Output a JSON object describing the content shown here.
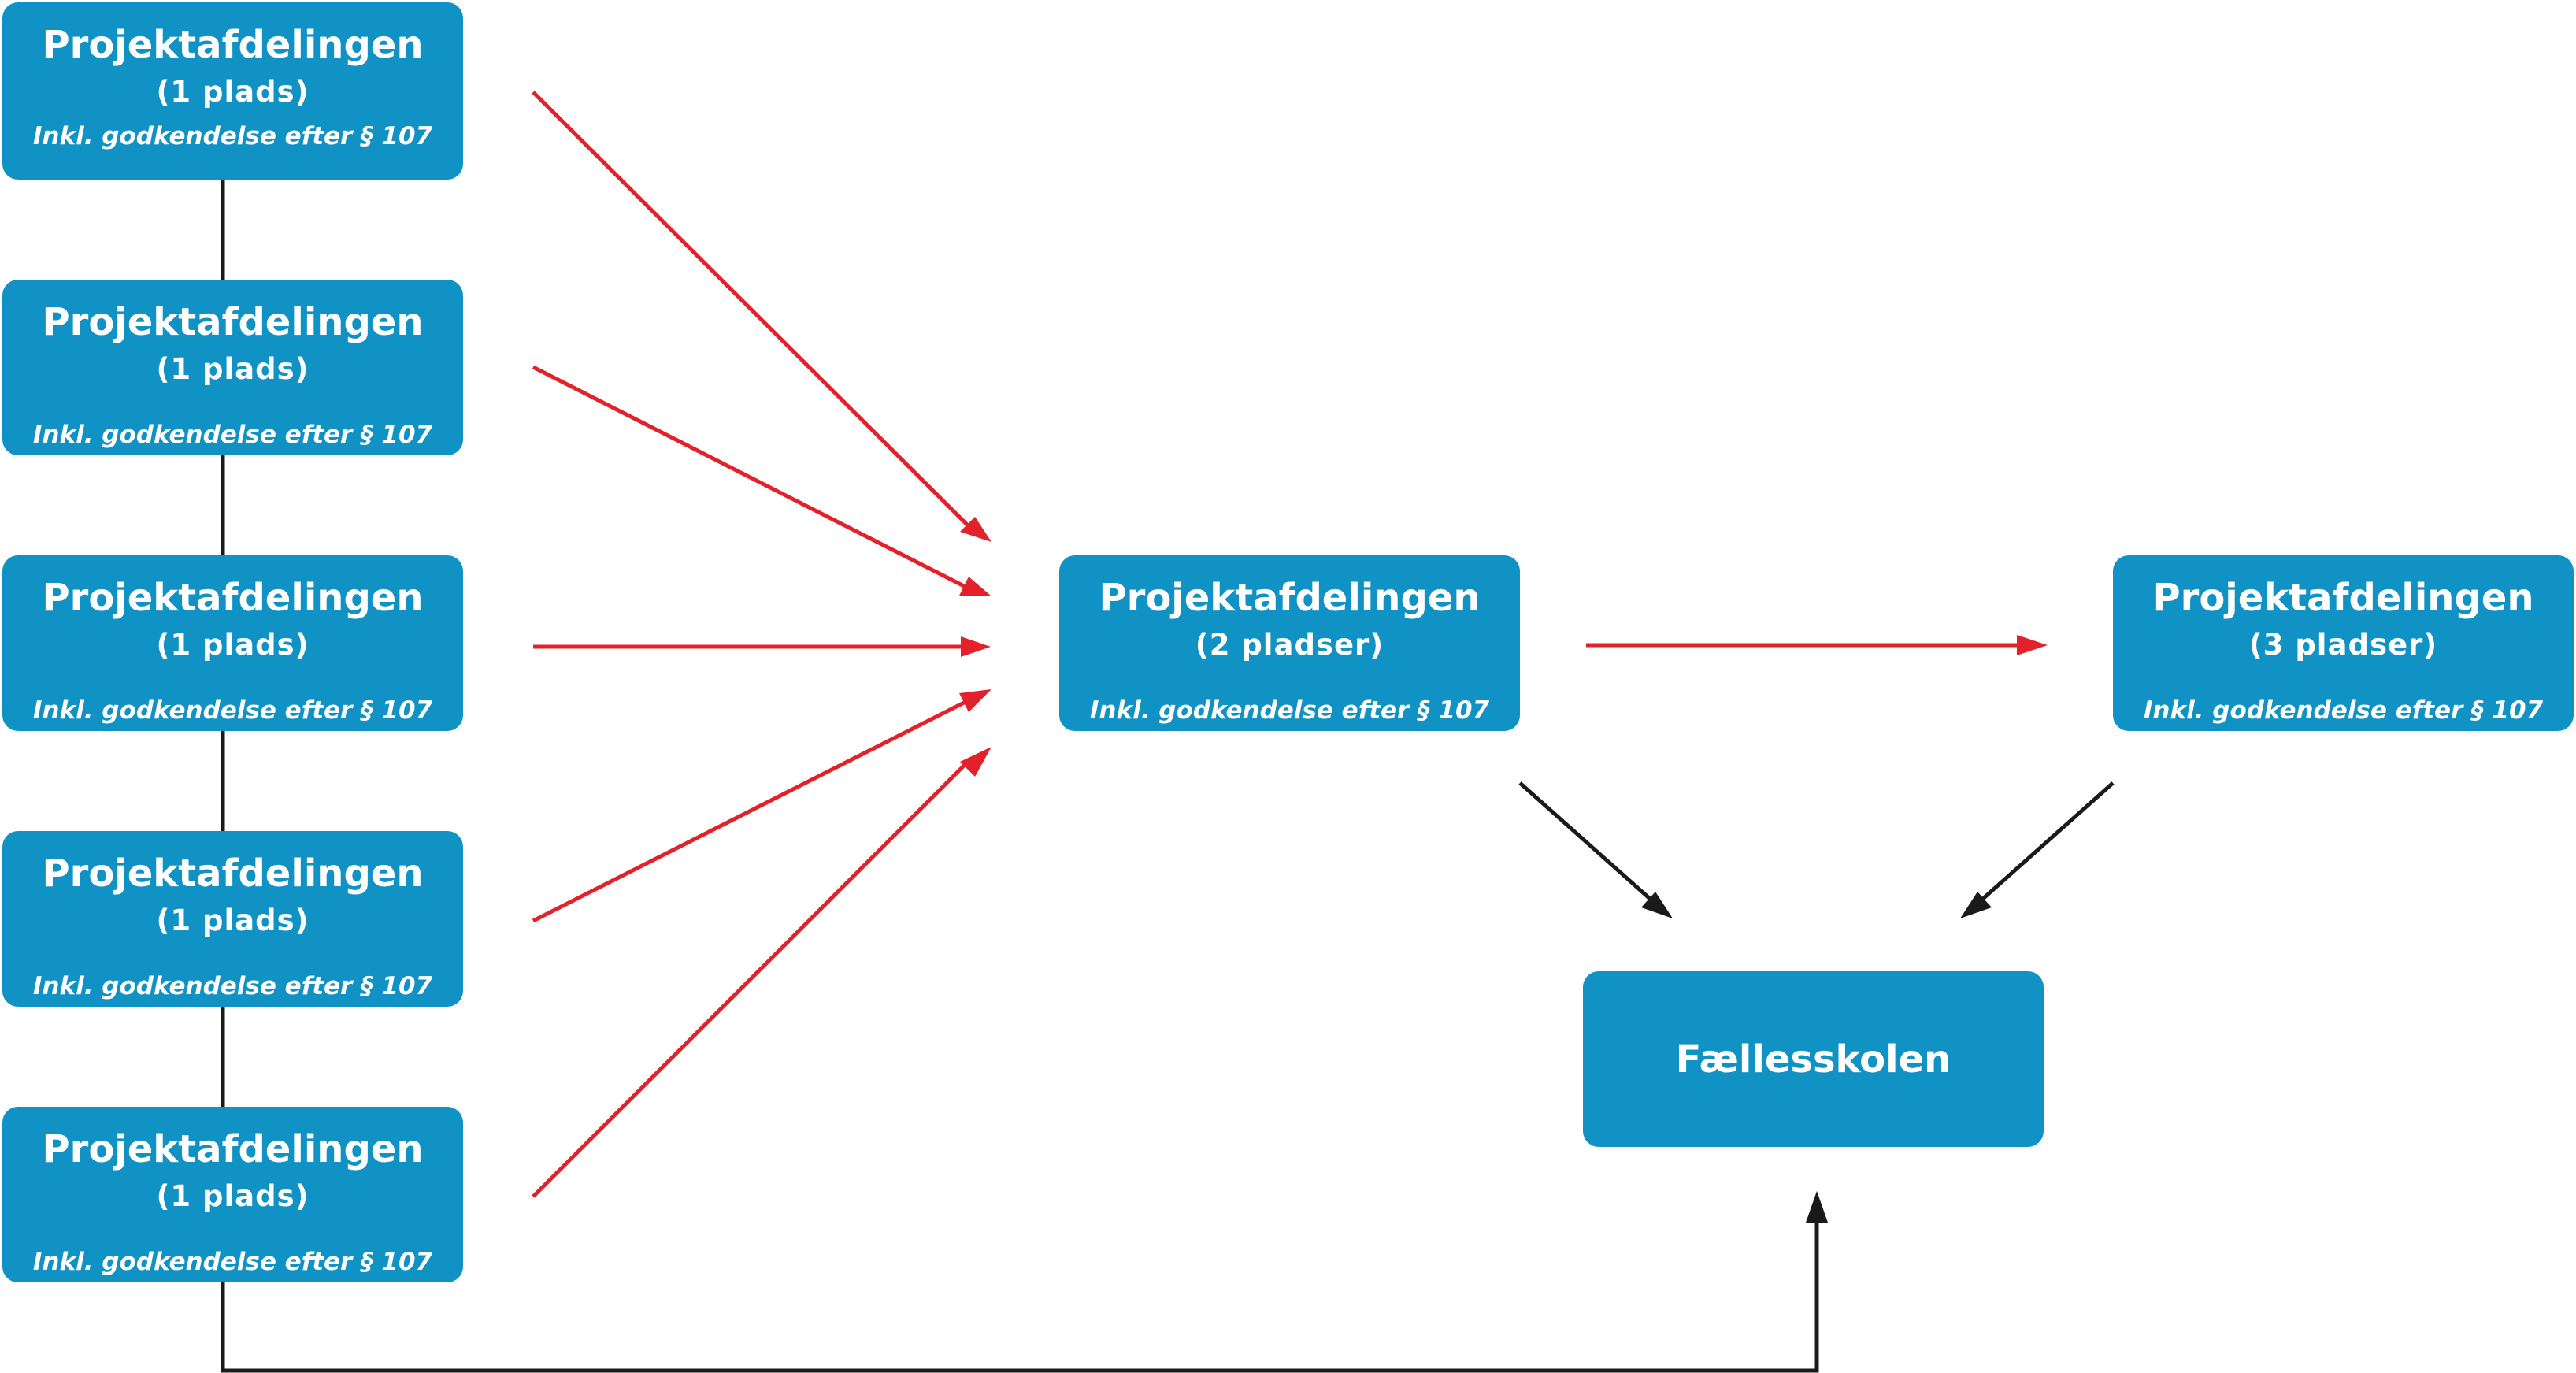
{
  "nodes": {
    "left_1": {
      "title": "Projektafdelingen",
      "places": "(1 plads)",
      "note": "Inkl. godkendelse efter § 107"
    },
    "left_2": {
      "title": "Projektafdelingen",
      "places": "(1 plads)",
      "note": "Inkl. godkendelse efter § 107"
    },
    "left_3": {
      "title": "Projektafdelingen",
      "places": "(1 plads)",
      "note": "Inkl. godkendelse efter § 107"
    },
    "left_4": {
      "title": "Projektafdelingen",
      "places": "(1 plads)",
      "note": "Inkl. godkendelse efter § 107"
    },
    "left_5": {
      "title": "Projektafdelingen",
      "places": "(1 plads)",
      "note": "Inkl. godkendelse efter § 107"
    },
    "middle": {
      "title": "Projektafdelingen",
      "places": "(2 pladser)",
      "note": "Inkl. godkendelse efter § 107"
    },
    "right": {
      "title": "Projektafdelingen",
      "places": "(3 pladser)",
      "note": "Inkl. godkendelse efter § 107"
    },
    "school": {
      "title": "Fællesskolen"
    }
  },
  "colors": {
    "node_fill": "#1092c4",
    "node_text": "#ffffff",
    "arrow_red": "#e3212b",
    "arrow_black": "#1a1a1a"
  }
}
